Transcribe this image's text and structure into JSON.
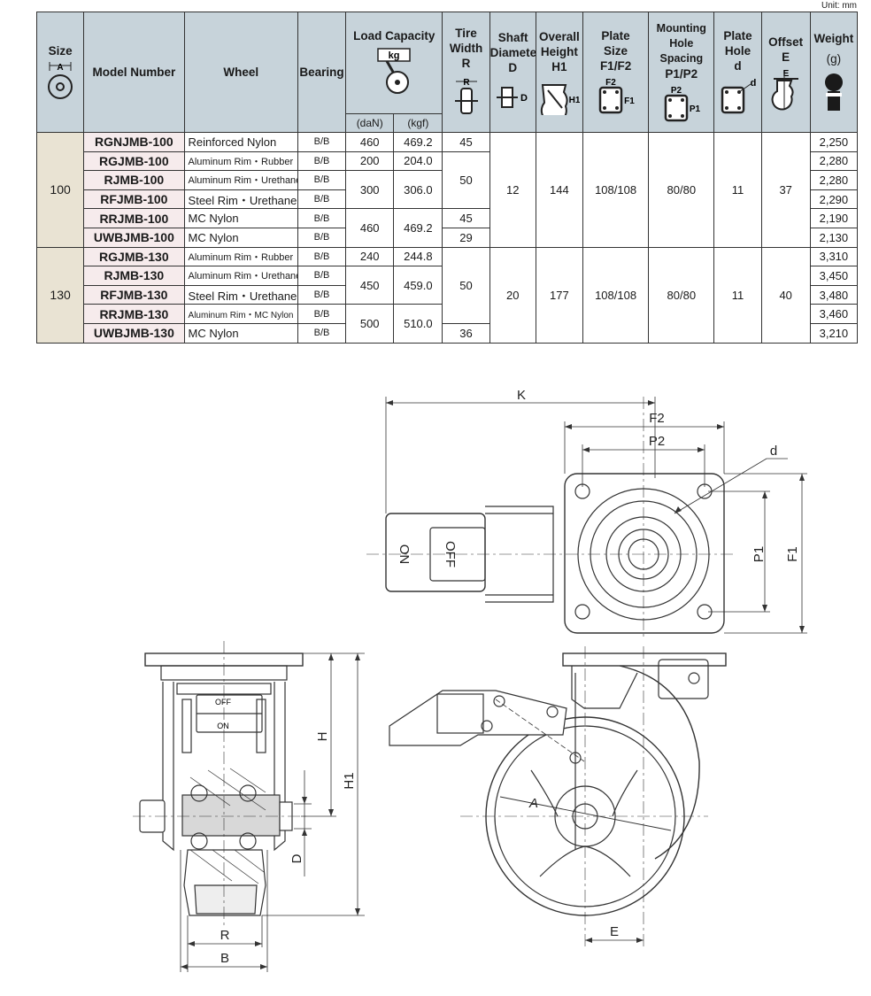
{
  "unit": "Unit: mm",
  "headers": {
    "size": "Size",
    "size_icon_label": "A",
    "model": "Model Number",
    "wheel": "Wheel",
    "bearing": "Bearing",
    "load": "Load Capacity",
    "load_icon_label": "kg",
    "load_dan": "(daN)",
    "load_kgf": "(kgf)",
    "tire": "Tire Width",
    "tire_sym": "R",
    "shaft": "Shaft Diameter",
    "shaft_sym": "D",
    "height": "Overall Height",
    "height_sym": "H1",
    "plate": "Plate Size",
    "plate_sym": "F1/F2",
    "mount": "Mounting Hole Spacing",
    "mount_sym": "P1/P2",
    "hole": "Plate Hole",
    "hole_sym": "d",
    "offset": "Offset",
    "offset_sym": "E",
    "weight": "Weight",
    "weight_sym": "(g)"
  },
  "icon_labels": {
    "tire": "R",
    "shaft": "D",
    "height": "H1",
    "plate_f2": "F2",
    "plate_f1": "F1",
    "mount_p2": "P2",
    "mount_p1": "P1",
    "hole": "d",
    "offset": "E"
  },
  "groups": [
    {
      "size": "100",
      "shaft": "12",
      "height": "144",
      "plate": "108/108",
      "mount": "80/80",
      "hole": "11",
      "offset": "37",
      "rows": [
        {
          "model": "RGNJMB-100",
          "wheel": "Reinforced Nylon",
          "small": false,
          "bearing": "B/B",
          "weight": "2,250"
        },
        {
          "model": "RGJMB-100",
          "wheel": "Aluminum Rim・Rubber",
          "small": true,
          "bearing": "B/B",
          "weight": "2,280"
        },
        {
          "model": "RJMB-100",
          "wheel": "Aluminum Rim・Urethane",
          "small": true,
          "bearing": "B/B",
          "weight": "2,280"
        },
        {
          "model": "RFJMB-100",
          "wheel": "Steel Rim・Urethane",
          "small": false,
          "bearing": "B/B",
          "weight": "2,290"
        },
        {
          "model": "RRJMB-100",
          "wheel": "MC Nylon",
          "small": false,
          "bearing": "B/B",
          "weight": "2,190"
        },
        {
          "model": "UWBJMB-100",
          "wheel": "MC Nylon",
          "small": false,
          "bearing": "B/B",
          "weight": "2,130"
        }
      ],
      "loads": [
        {
          "dan": "460",
          "kgf": "469.2"
        },
        {
          "dan": "200",
          "kgf": "204.0"
        },
        {
          "dan": "300",
          "kgf": "306.0"
        },
        {
          "dan": "460",
          "kgf": "469.2"
        }
      ],
      "tires": [
        "45",
        "50",
        "45",
        "29"
      ]
    },
    {
      "size": "130",
      "shaft": "20",
      "height": "177",
      "plate": "108/108",
      "mount": "80/80",
      "hole": "11",
      "offset": "40",
      "rows": [
        {
          "model": "RGJMB-130",
          "wheel": "Aluminum Rim・Rubber",
          "small": true,
          "bearing": "B/B",
          "weight": "3,310"
        },
        {
          "model": "RJMB-130",
          "wheel": "Aluminum Rim・Urethane",
          "small": true,
          "bearing": "B/B",
          "weight": "3,450"
        },
        {
          "model": "RFJMB-130",
          "wheel": "Steel Rim・Urethane",
          "small": false,
          "bearing": "B/B",
          "weight": "3,480"
        },
        {
          "model": "RRJMB-130",
          "wheel": "Aluminum Rim・MC Nylon",
          "small": true,
          "bearing": "B/B",
          "weight": "3,460"
        },
        {
          "model": "UWBJMB-130",
          "wheel": "MC Nylon",
          "small": false,
          "bearing": "B/B",
          "weight": "3,210"
        }
      ],
      "loads": [
        {
          "dan": "240",
          "kgf": "244.8"
        },
        {
          "dan": "450",
          "kgf": "459.0"
        },
        {
          "dan": "500",
          "kgf": "510.0"
        }
      ],
      "tires": [
        "50",
        "36"
      ]
    }
  ],
  "drawing": {
    "K": "K",
    "F2": "F2",
    "P2": "P2",
    "d": "d",
    "P1": "P1",
    "F1": "F1",
    "ON": "ON",
    "OFF": "OFF",
    "off_small": "OFF",
    "on_small": "ON",
    "H": "H",
    "H1": "H1",
    "D": "D",
    "R": "R",
    "B": "B",
    "A": "A",
    "E": "E"
  }
}
